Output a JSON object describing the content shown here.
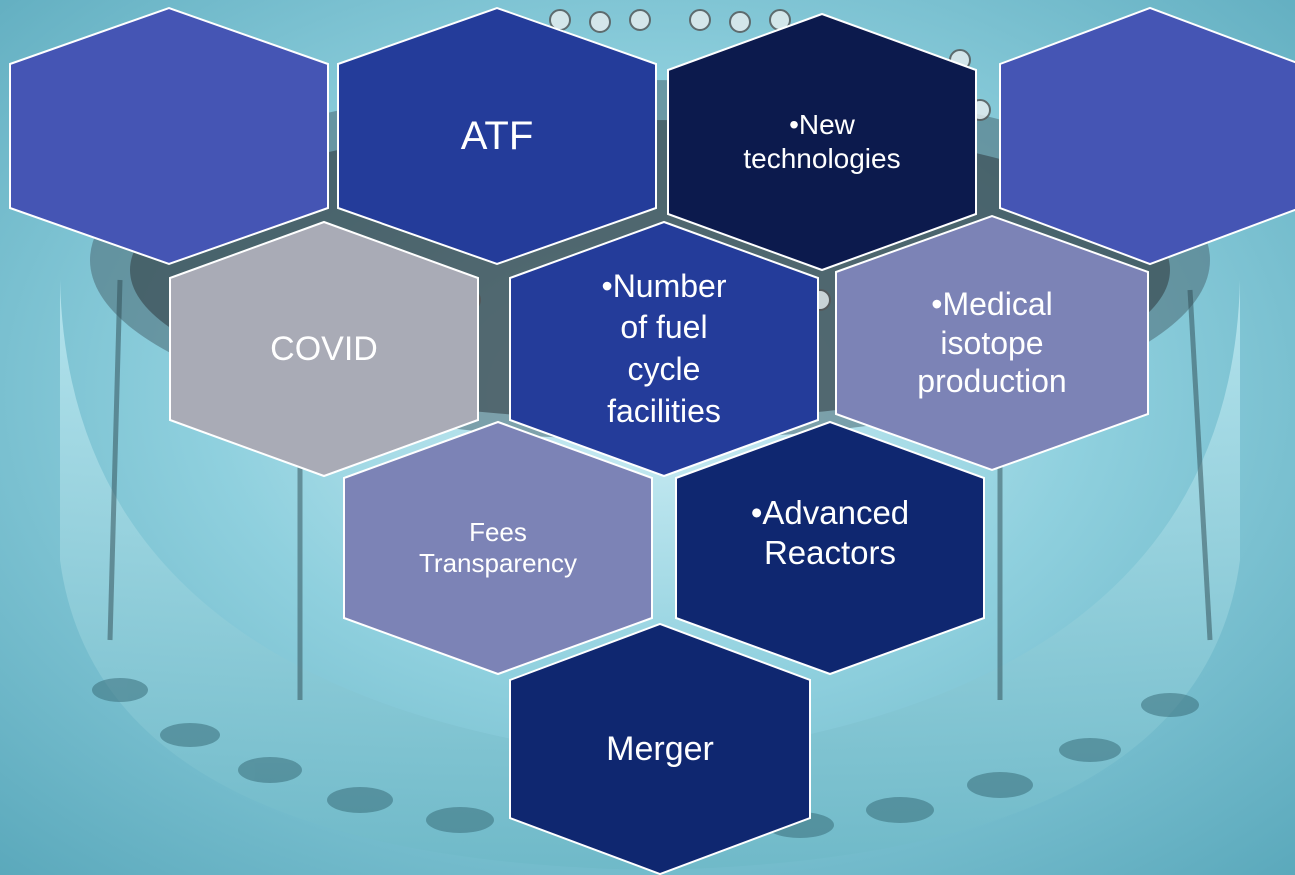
{
  "slide": {
    "background": "nuclear fuel assembly photo",
    "colors": {
      "royal_blue": "#243C9A",
      "medium_blue": "#4555B4",
      "navy": "#0C1A4D",
      "deep_blue": "#0F2770",
      "lavender": "#7C83B6",
      "gray": "#A9ABB6"
    },
    "hexagons": [
      {
        "id": "hex-top-left",
        "label": ""
      },
      {
        "id": "hex-atf",
        "label": "ATF"
      },
      {
        "id": "hex-new-technologies",
        "label": "•New\ntechnologies"
      },
      {
        "id": "hex-top-right",
        "label": ""
      },
      {
        "id": "hex-covid",
        "label": "COVID"
      },
      {
        "id": "hex-fuel-cycle",
        "label": "•Number\nof fuel\ncycle\nfacilities"
      },
      {
        "id": "hex-medical-isotope",
        "label": "•Medical\nisotope\nproduction"
      },
      {
        "id": "hex-fees-transparency",
        "label": "Fees\nTransparency"
      },
      {
        "id": "hex-advanced-reactors",
        "label": "•Advanced\nReactors"
      },
      {
        "id": "hex-merger",
        "label": "Merger"
      }
    ]
  }
}
